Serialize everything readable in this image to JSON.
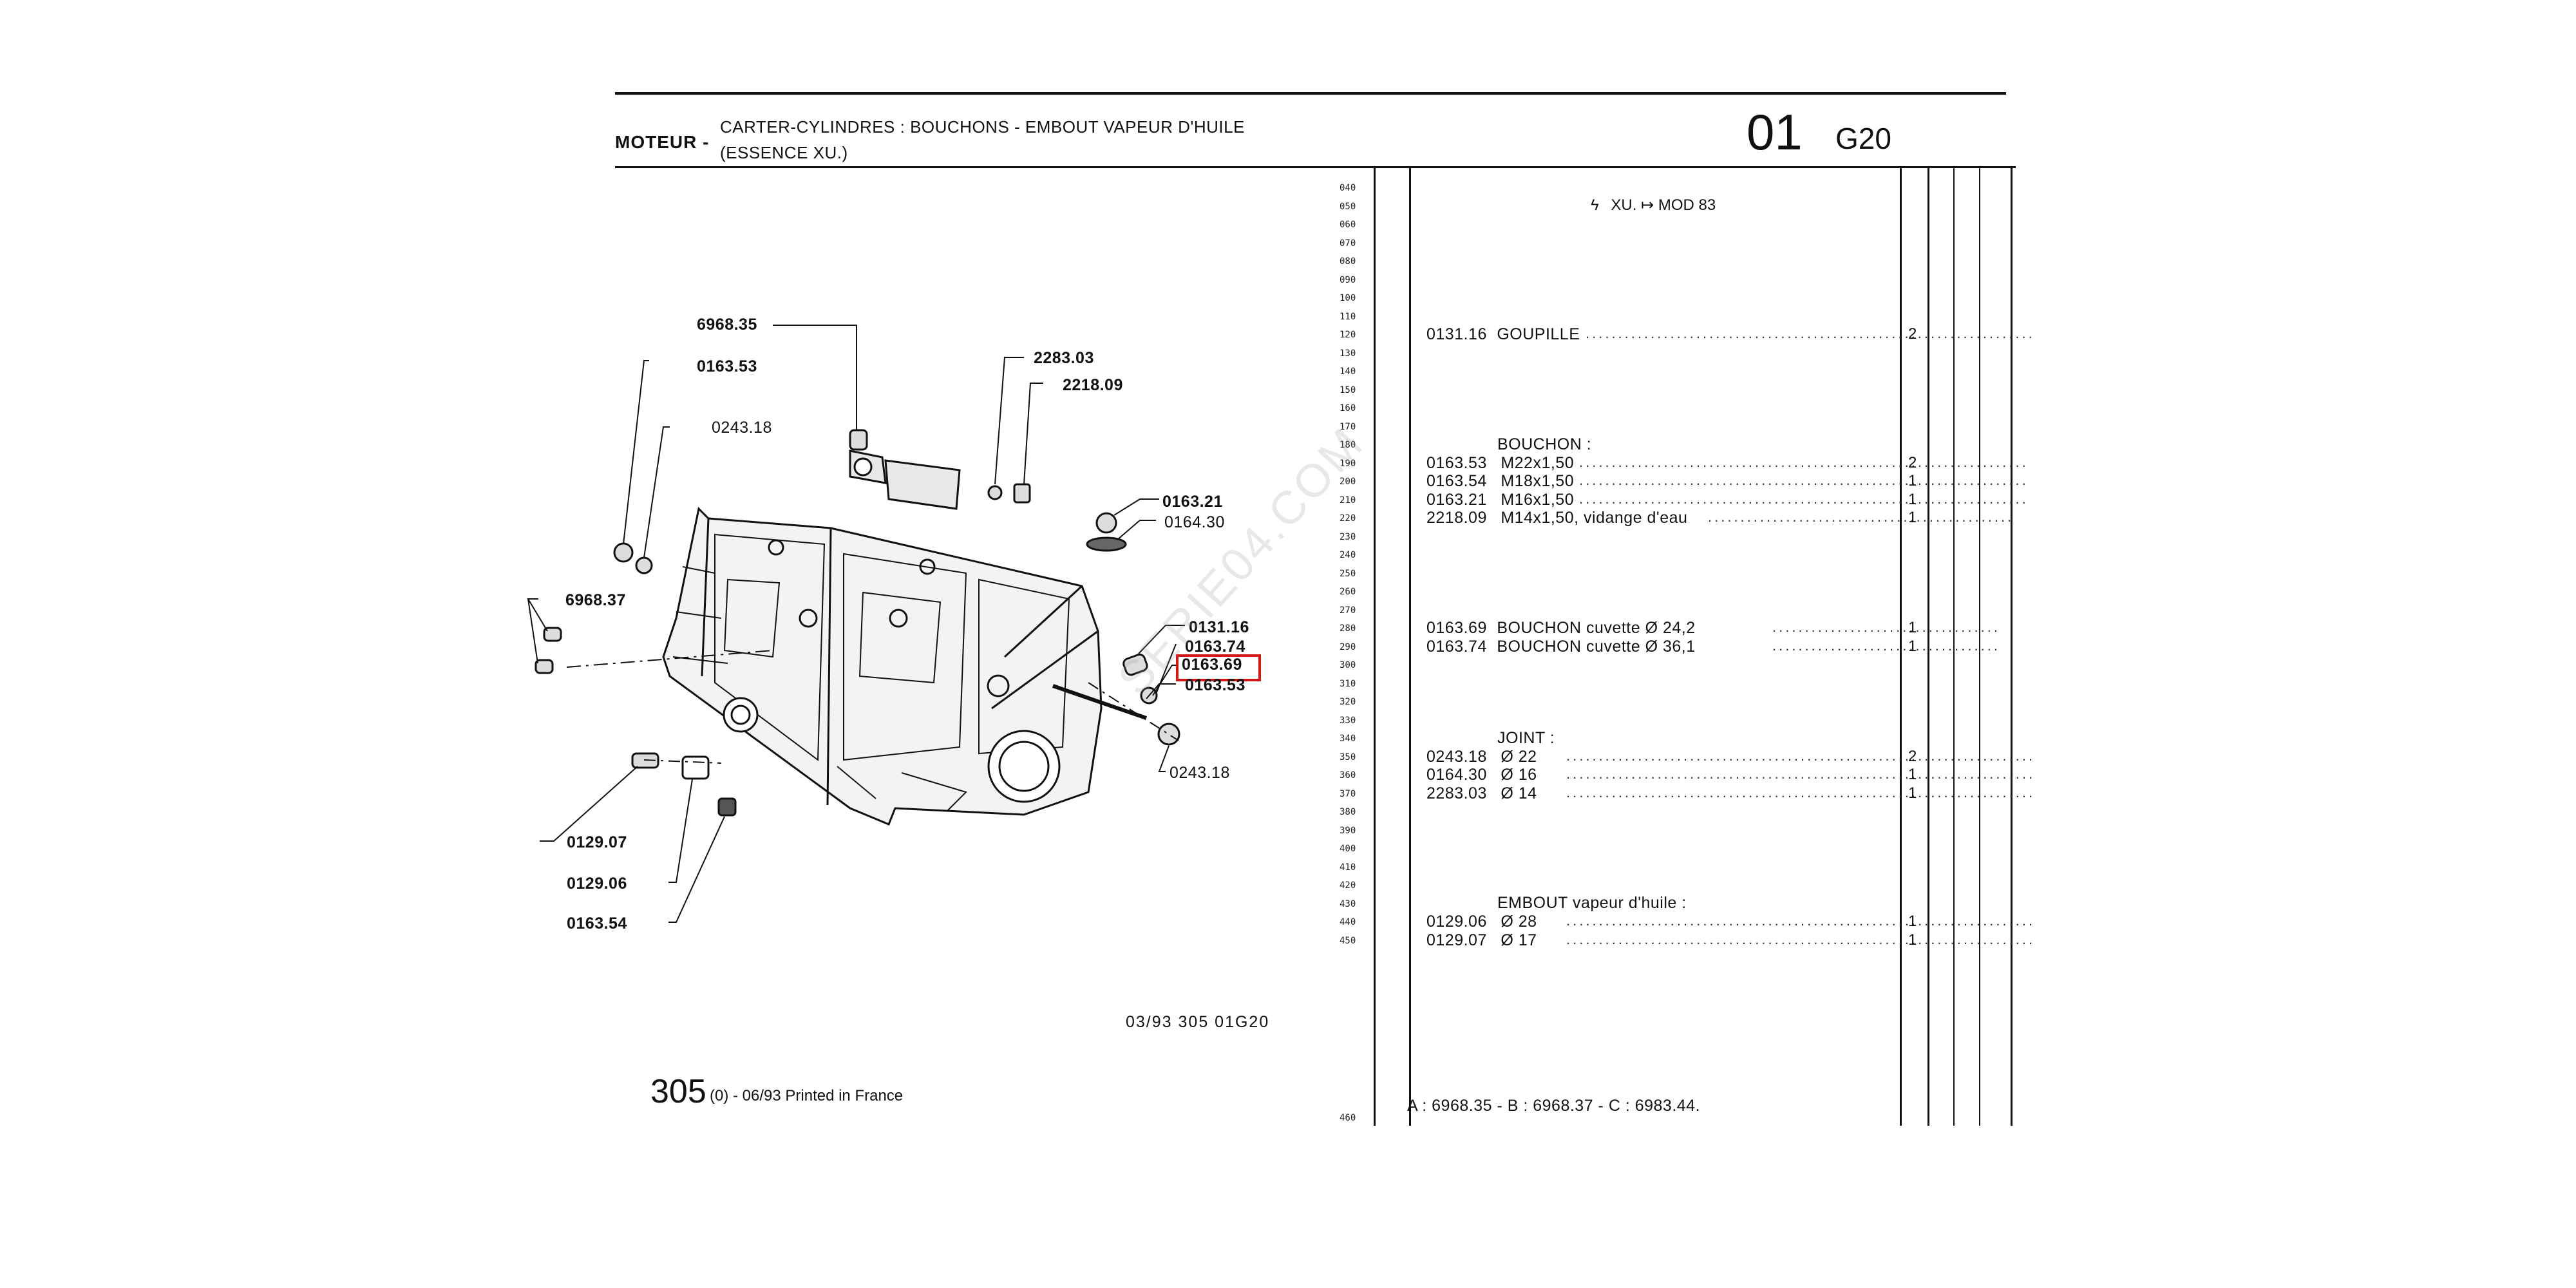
{
  "header": {
    "section": "MOTEUR -",
    "title_line1": "CARTER-CYLINDRES : BOUCHONS - EMBOUT VAPEUR D'HUILE",
    "title_line2": "(ESSENCE XU.)",
    "group": "01",
    "subgroup": "G20"
  },
  "line_codes": [
    "040",
    "050",
    "060",
    "070",
    "080",
    "090",
    "100",
    "110",
    "120",
    "130",
    "140",
    "150",
    "160",
    "170",
    "180",
    "190",
    "200",
    "210",
    "220",
    "230",
    "240",
    "250",
    "260",
    "270",
    "280",
    "290",
    "300",
    "310",
    "320",
    "330",
    "340",
    "350",
    "360",
    "370",
    "380",
    "390",
    "400",
    "410",
    "420",
    "430",
    "440",
    "450",
    "460"
  ],
  "applicability": "XU. ↦ MOD 83",
  "parts": {
    "goupille": {
      "ref": "0131.16",
      "label": "GOUPILLE",
      "qty": "2"
    },
    "bouchon_heading": "BOUCHON :",
    "bouchon": [
      {
        "ref": "0163.53",
        "desc": "M22x1,50",
        "qty": "2"
      },
      {
        "ref": "0163.54",
        "desc": "M18x1,50",
        "qty": "1"
      },
      {
        "ref": "0163.21",
        "desc": "M16x1,50",
        "qty": "1"
      },
      {
        "ref": "2218.09",
        "desc": "M14x1,50, vidange d'eau",
        "qty": "1"
      }
    ],
    "cuvette": [
      {
        "ref": "0163.69",
        "desc": "BOUCHON cuvette Ø  24,2",
        "qty": "1"
      },
      {
        "ref": "0163.74",
        "desc": "BOUCHON cuvette Ø  36,1",
        "qty": "1"
      }
    ],
    "joint_heading": "JOINT :",
    "joint": [
      {
        "ref": "0243.18",
        "desc": "Ø  22",
        "qty": "2"
      },
      {
        "ref": "0164.30",
        "desc": "Ø  16",
        "qty": "1"
      },
      {
        "ref": "2283.03",
        "desc": "Ø  14",
        "qty": "1"
      }
    ],
    "embout_heading": "EMBOUT vapeur d'huile :",
    "embout": [
      {
        "ref": "0129.06",
        "desc": "Ø  28",
        "qty": "1"
      },
      {
        "ref": "0129.07",
        "desc": "Ø  17",
        "qty": "1"
      }
    ]
  },
  "callouts": {
    "c6968_35": "6968.35",
    "c0163_53_top": "0163.53",
    "c0243_18_top": "0243.18",
    "c2283_03": "2283.03",
    "c2218_09": "2218.09",
    "c0163_21": "0163.21",
    "c0164_30": "0164.30",
    "c6968_37": "6968.37",
    "c0131_16": "0131.16",
    "c0163_74": "0163.74",
    "c0163_69": "0163.69",
    "c0163_53_bottom": "0163.53",
    "c0243_18_bottom": "0243.18",
    "c0129_07": "0129.07",
    "c0129_06": "0129.06",
    "c0163_54": "0163.54"
  },
  "diagram_ref": "03/93  305  01G20",
  "watermark": "SERIE04.COM",
  "footer": {
    "page": "305",
    "edition": "(0) - 06/93 Printed in France",
    "refs": "A : 6968.35 - B : 6968.37 - C : 6983.44."
  },
  "highlight_color": "#d01818"
}
